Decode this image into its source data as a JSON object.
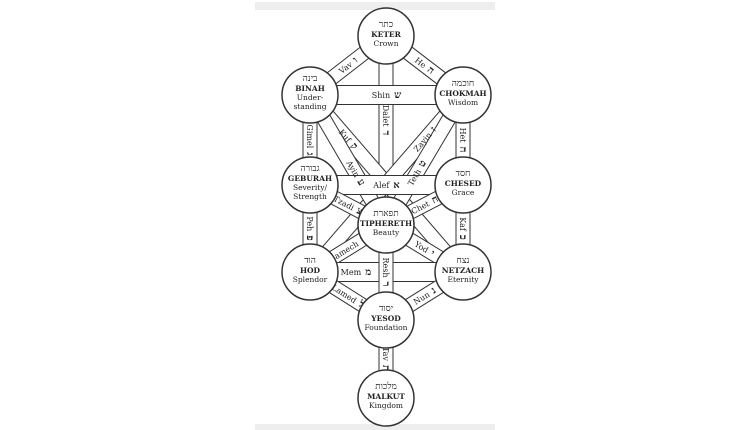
{
  "sephirot": [
    {
      "id": "keter",
      "hebrew": "כתר",
      "name": "KETER",
      "meaning": [
        "Crown"
      ]
    },
    {
      "id": "binah",
      "hebrew": "בינה",
      "name": "BINAH",
      "meaning": [
        "Under-",
        "standing"
      ]
    },
    {
      "id": "chokmah",
      "hebrew": "חוכמה",
      "name": "CHOKMAH",
      "meaning": [
        "Wisdom"
      ]
    },
    {
      "id": "geburah",
      "hebrew": "גבורה",
      "name": "GEBURAH",
      "meaning": [
        "Severity/",
        "Strength"
      ]
    },
    {
      "id": "chesed",
      "hebrew": "חסד",
      "name": "CHESED",
      "meaning": [
        "Grace"
      ]
    },
    {
      "id": "tiphereth",
      "hebrew": "תפארת",
      "name": "TIPHERETH",
      "meaning": [
        "Beauty"
      ]
    },
    {
      "id": "hod",
      "hebrew": "הוד",
      "name": "HOD",
      "meaning": [
        "Splendor"
      ]
    },
    {
      "id": "netzach",
      "hebrew": "נצח",
      "name": "NETZACH",
      "meaning": [
        "Eternity"
      ]
    },
    {
      "id": "yesod",
      "hebrew": "יסוד",
      "name": "YESOD",
      "meaning": [
        "Foundation"
      ]
    },
    {
      "id": "malkut",
      "hebrew": "מלכות",
      "name": "MALKUT",
      "meaning": [
        "Kingdom"
      ]
    }
  ],
  "paths": [
    {
      "from": "keter",
      "to": "chokmah",
      "name": "He",
      "letter": "ה"
    },
    {
      "from": "keter",
      "to": "binah",
      "name": "Vav",
      "letter": "ו"
    },
    {
      "from": "keter",
      "to": "tiphereth",
      "name": "Dalet",
      "letter": "ד"
    },
    {
      "from": "binah",
      "to": "chokmah",
      "name": "Shin",
      "letter": "ש"
    },
    {
      "from": "binah",
      "to": "geburah",
      "name": "Gimel",
      "letter": "ג"
    },
    {
      "from": "chokmah",
      "to": "chesed",
      "name": "Het",
      "letter": "ח"
    },
    {
      "from": "binah",
      "to": "netzach",
      "name": "Kuf",
      "letter": "ק"
    },
    {
      "from": "chokmah",
      "to": "hod",
      "name": "Zayin",
      "letter": "ז"
    },
    {
      "from": "binah",
      "to": "tiphereth",
      "name": "Ayin",
      "letter": "ע"
    },
    {
      "from": "chokmah",
      "to": "tiphereth",
      "name": "Teth",
      "letter": "ט"
    },
    {
      "from": "geburah",
      "to": "chesed",
      "name": "Alef",
      "letter": "א"
    },
    {
      "from": "geburah",
      "to": "tiphereth",
      "name": "Tzadi",
      "letter": "צ"
    },
    {
      "from": "chesed",
      "to": "tiphereth",
      "name": "Chet",
      "letter": "ח"
    },
    {
      "from": "geburah",
      "to": "hod",
      "name": "Peh",
      "letter": "פ"
    },
    {
      "from": "chesed",
      "to": "netzach",
      "name": "Kaf",
      "letter": "כ"
    },
    {
      "from": "hod",
      "to": "tiphereth",
      "name": "Samech",
      "letter": "ס"
    },
    {
      "from": "netzach",
      "to": "tiphereth",
      "name": "Yod",
      "letter": "י"
    },
    {
      "from": "hod",
      "to": "netzach",
      "name": "Mem",
      "letter": "מ"
    },
    {
      "from": "tiphereth",
      "to": "yesod",
      "name": "Resh",
      "letter": "ר"
    },
    {
      "from": "hod",
      "to": "yesod",
      "name": "Lamed",
      "letter": "ל"
    },
    {
      "from": "netzach",
      "to": "yesod",
      "name": "Nun",
      "letter": "נ"
    },
    {
      "from": "yesod",
      "to": "malkut",
      "name": "Tav",
      "letter": "ת"
    }
  ],
  "colors": {
    "stroke": "#333333",
    "fill": "#ffffff",
    "text": "#222222"
  }
}
